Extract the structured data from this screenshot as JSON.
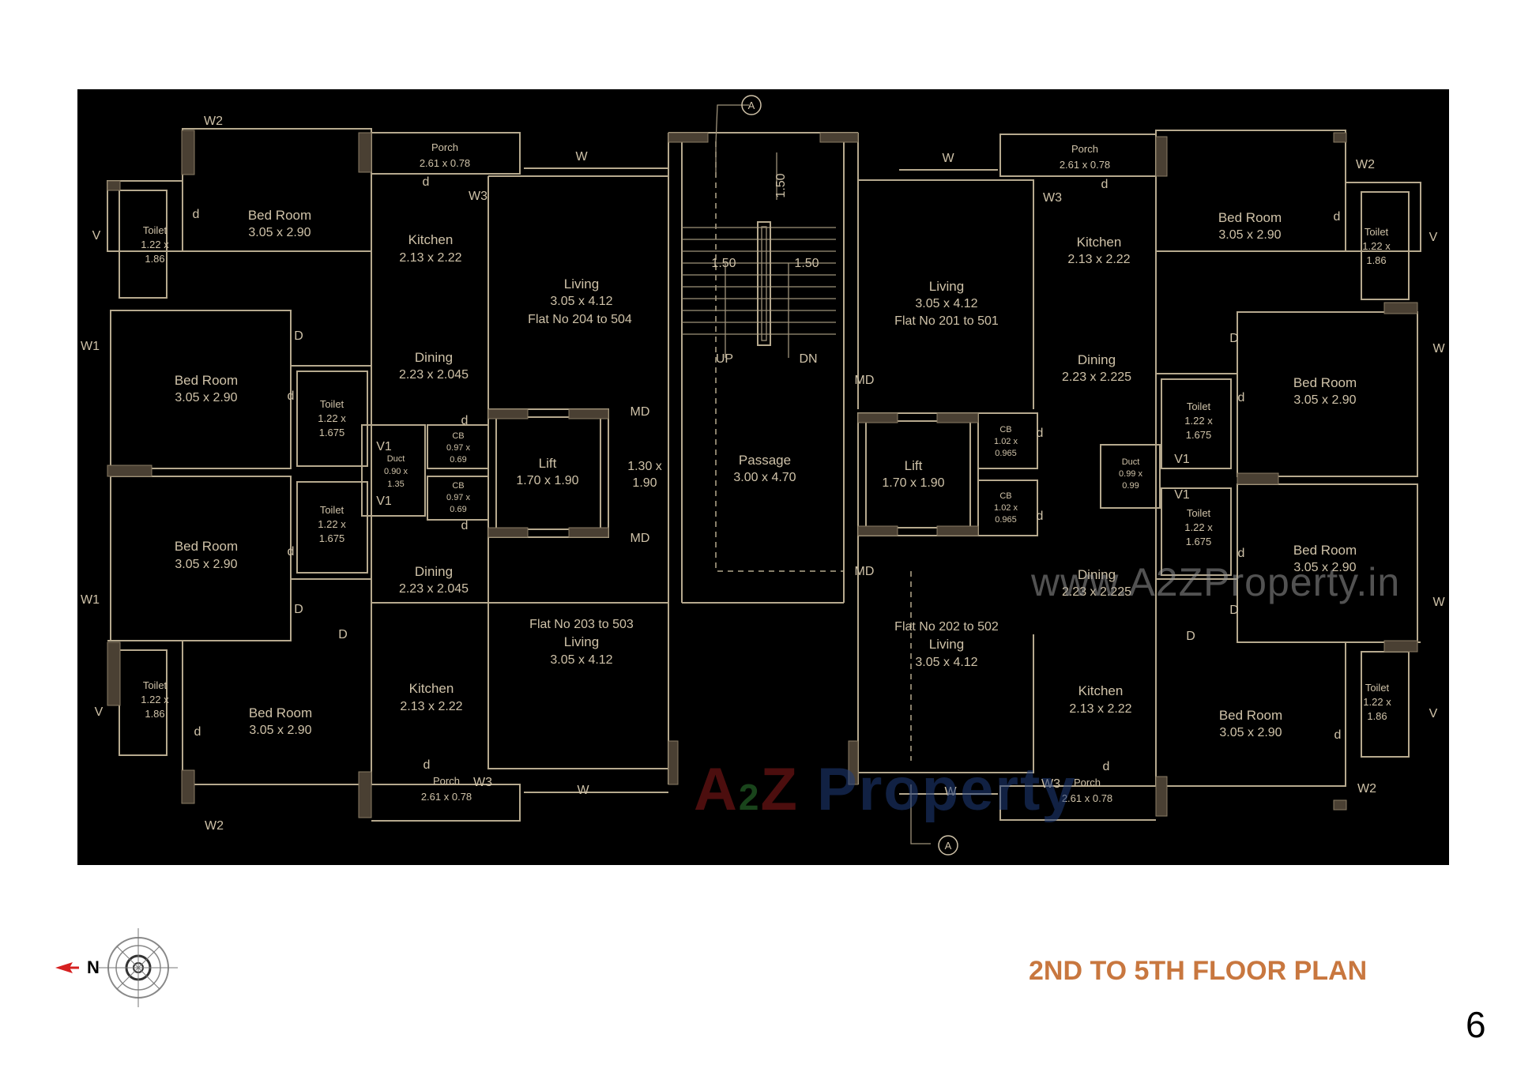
{
  "plan": {
    "rooms": [
      {
        "id": "l-bed-top",
        "title": "Bed Room",
        "dim": "3.05 x 2.90"
      },
      {
        "id": "l-toilet-top",
        "l1": "Toilet",
        "l2": "1.22 x",
        "l3": "1.86"
      },
      {
        "id": "l-porch-top",
        "title": "Porch",
        "dim": "2.61 x 0.78"
      },
      {
        "id": "l-kitchen-top",
        "title": "Kitchen",
        "dim": "2.13 x 2.22"
      },
      {
        "id": "l-living-top",
        "title": "Living",
        "dim": "3.05 x 4.12",
        "flat": "Flat No 204 to 504"
      },
      {
        "id": "l-bed-mid1",
        "title": "Bed Room",
        "dim": "3.05 x 2.90"
      },
      {
        "id": "l-dining-top",
        "title": "Dining",
        "dim": "2.23 x 2.045"
      },
      {
        "id": "l-toilet-mid1",
        "l1": "Toilet",
        "l2": "1.22 x",
        "l3": "1.675"
      },
      {
        "id": "l-duct",
        "l1": "Duct",
        "l2": "0.90 x",
        "l3": "1.35"
      },
      {
        "id": "l-cb-top",
        "l1": "CB",
        "l2": "0.97 x",
        "l3": "0.69"
      },
      {
        "id": "l-cb-bot",
        "l1": "CB",
        "l2": "0.97 x",
        "l3": "0.69"
      },
      {
        "id": "l-lift",
        "title": "Lift",
        "dim": "1.70 x 1.90"
      },
      {
        "id": "l-lobby",
        "l1": "1.30 x",
        "l2": "1.90"
      },
      {
        "id": "l-toilet-mid2",
        "l1": "Toilet",
        "l2": "1.22 x",
        "l3": "1.675"
      },
      {
        "id": "l-bed-mid2",
        "title": "Bed Room",
        "dim": "3.05 x 2.90"
      },
      {
        "id": "l-dining-bot",
        "title": "Dining",
        "dim": "2.23 x 2.045"
      },
      {
        "id": "l-living-bot",
        "title": "Living",
        "dim": "3.05 x 4.12",
        "flat": "Flat No 203 to 503"
      },
      {
        "id": "l-toilet-bot",
        "l1": "Toilet",
        "l2": "1.22 x",
        "l3": "1.86"
      },
      {
        "id": "l-bed-bot",
        "title": "Bed Room",
        "dim": "3.05 x 2.90"
      },
      {
        "id": "l-kitchen-bot",
        "title": "Kitchen",
        "dim": "2.13 x 2.22"
      },
      {
        "id": "l-porch-bot",
        "title": "Porch",
        "dim": "2.61 x 0.78"
      },
      {
        "id": "passage",
        "title": "Passage",
        "dim": "3.00 x 4.70"
      },
      {
        "id": "r-living-top",
        "title": "Living",
        "dim": "3.05 x 4.12",
        "flat": "Flat No 201 to 501"
      },
      {
        "id": "r-porch-top",
        "title": "Porch",
        "dim": "2.61 x 0.78"
      },
      {
        "id": "r-kitchen-top",
        "title": "Kitchen",
        "dim": "2.13 x 2.22"
      },
      {
        "id": "r-bed-top",
        "title": "Bed Room",
        "dim": "3.05 x 2.90"
      },
      {
        "id": "r-toilet-top",
        "l1": "Toilet",
        "l2": "1.22 x",
        "l3": "1.86"
      },
      {
        "id": "r-dining-top",
        "title": "Dining",
        "dim": "2.23 x 2.225"
      },
      {
        "id": "r-bed-mid1",
        "title": "Bed Room",
        "dim": "3.05 x 2.90"
      },
      {
        "id": "r-toilet-mid1",
        "l1": "Toilet",
        "l2": "1.22 x",
        "l3": "1.675"
      },
      {
        "id": "r-lift",
        "title": "Lift",
        "dim": "1.70 x 1.90"
      },
      {
        "id": "r-cb-top",
        "l1": "CB",
        "l2": "1.02 x",
        "l3": "0.965"
      },
      {
        "id": "r-cb-bot",
        "l1": "CB",
        "l2": "1.02 x",
        "l3": "0.965"
      },
      {
        "id": "r-duct",
        "l1": "Duct",
        "l2": "0.99 x",
        "l3": "0.99"
      },
      {
        "id": "r-toilet-mid2",
        "l1": "Toilet",
        "l2": "1.22 x",
        "l3": "1.675"
      },
      {
        "id": "r-bed-mid2",
        "title": "Bed Room",
        "dim": "3.05 x 2.90"
      },
      {
        "id": "r-dining-bot",
        "title": "Dining",
        "dim": "2.23 x 2.225"
      },
      {
        "id": "r-living-bot",
        "title": "Living",
        "dim": "3.05 x 4.12",
        "flat": "Flat No 202 to 502"
      },
      {
        "id": "r-kitchen-bot",
        "title": "Kitchen",
        "dim": "2.13 x 2.22"
      },
      {
        "id": "r-bed-bot",
        "title": "Bed Room",
        "dim": "3.05 x 2.90"
      },
      {
        "id": "r-toilet-bot",
        "l1": "Toilet",
        "l2": "1.22 x",
        "l3": "1.86"
      },
      {
        "id": "r-porch-bot",
        "title": "Porch",
        "dim": "2.61 x 0.78"
      }
    ],
    "tags": {
      "w": "W",
      "w1": "W1",
      "w2": "W2",
      "w3": "W3",
      "v": "V",
      "v1": "V1",
      "d_lower": "d",
      "d_upper": "D",
      "md": "MD",
      "up": "UP",
      "dn": "DN",
      "dim_150": "1.50",
      "section": "A"
    }
  },
  "watermark": {
    "url": "www.A2ZProperty.in",
    "logo_a": "A",
    "logo_2": "2",
    "logo_z": "Z",
    "logo_rest": " Property",
    "logo_color_a": "#8b1a1a",
    "logo_color_rest": "#1f3d7a",
    "logo_color_green": "#2e7d32"
  },
  "title": "2ND TO 5TH FLOOR PLAN",
  "page_number": "6",
  "north_label": "N",
  "colors": {
    "title": "#c8773f",
    "panel": "#000000",
    "ink": "#cfc2a8",
    "north_arrow": "#d62020"
  }
}
